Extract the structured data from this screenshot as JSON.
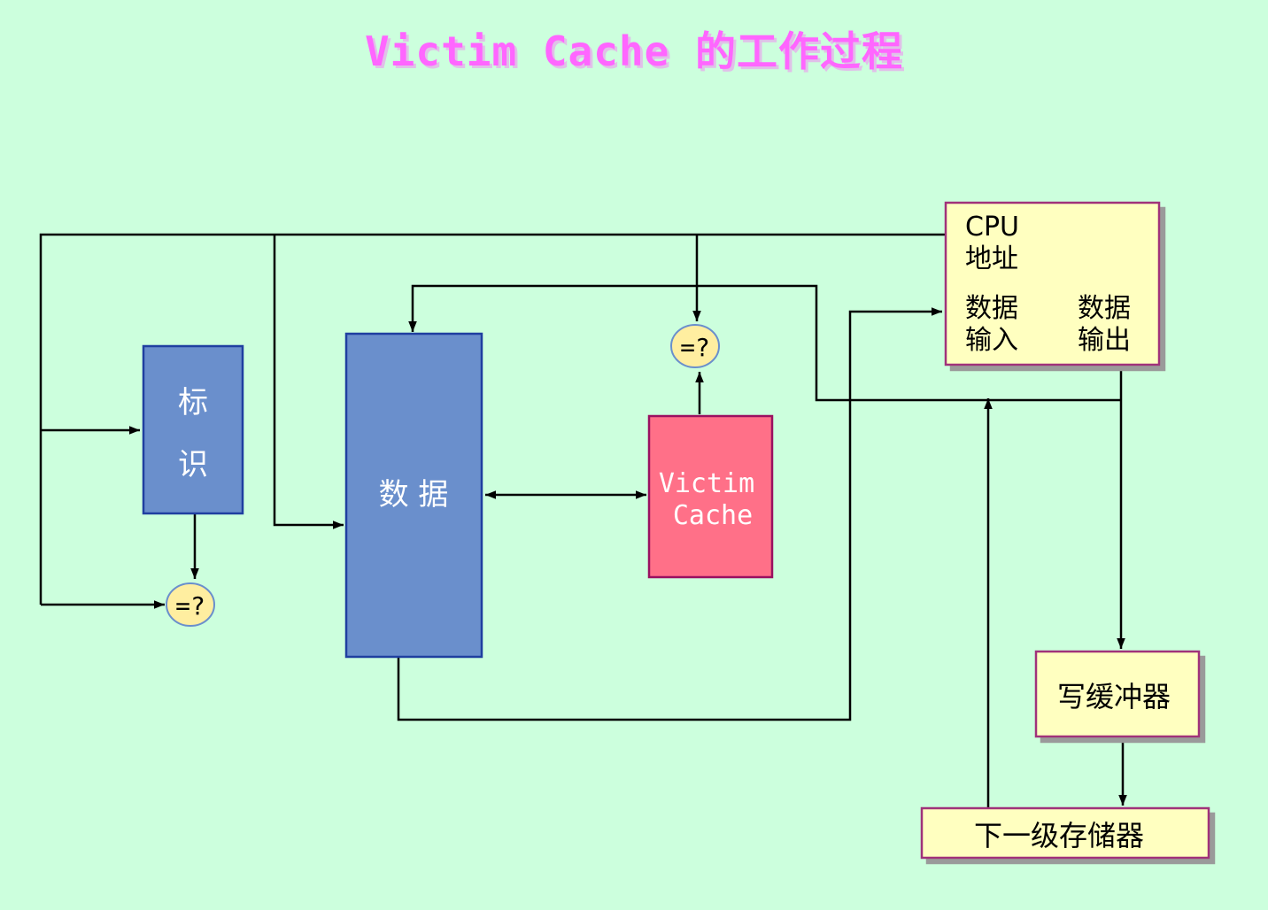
{
  "title": "Victim Cache 的工作过程",
  "colors": {
    "background": "#ccffdd",
    "title": "#ff66ff",
    "blue_block": "#6a8fcc",
    "blue_border": "#1f3fa0",
    "pink_block": "#ff7088",
    "pink_border": "#9a1060",
    "yellow_box": "#ffffc0",
    "yellow_border": "#a0307a",
    "comparator": "#ffeea0",
    "line": "#000000"
  },
  "blocks": {
    "tag": {
      "line1": "标",
      "line2": "识"
    },
    "data": {
      "label": "数 据"
    },
    "victim": {
      "line1": "Victim",
      "line2": "Cache"
    },
    "cpu": {
      "line1": "CPU",
      "line2": "地址",
      "data_in_1": "数据",
      "data_in_2": "输入",
      "data_out_1": "数据",
      "data_out_2": "输出"
    },
    "write_buffer": {
      "label": "写缓冲器"
    },
    "next_level": {
      "label": "下一级存储器"
    }
  },
  "comparators": {
    "tag_compare": "=?",
    "victim_compare": "=?"
  }
}
